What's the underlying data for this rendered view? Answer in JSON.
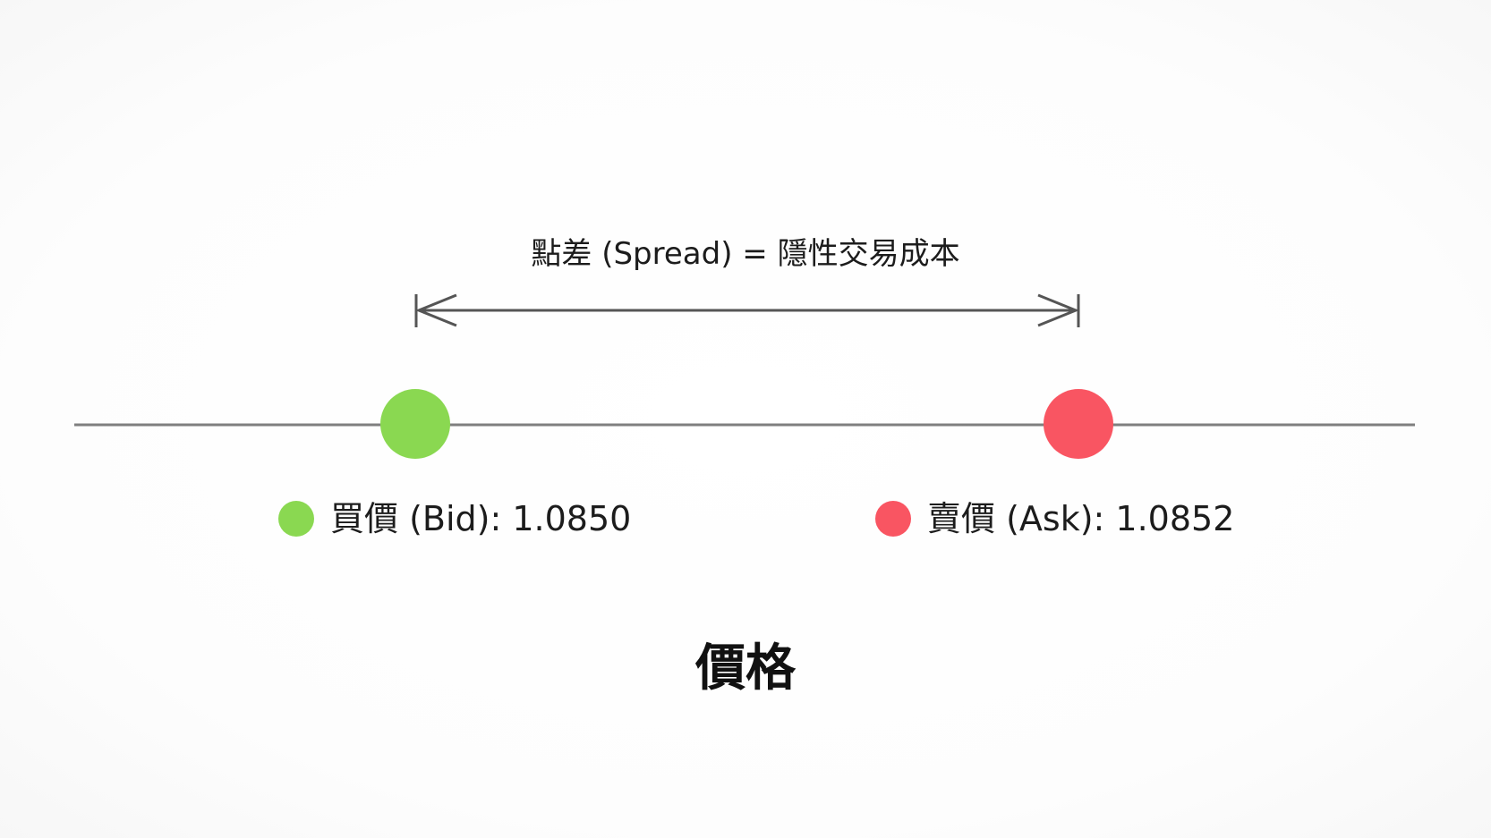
{
  "spread": {
    "label": "點差 (Spread) = 隱性交易成本"
  },
  "bid": {
    "label": "買價 (Bid): 1.0850",
    "value": 1.085,
    "color": "#8ad851"
  },
  "ask": {
    "label": "賣價 (Ask): 1.0852",
    "value": 1.0852,
    "color": "#f95562"
  },
  "axis": {
    "title": "價格",
    "line_color": "#7f7f7f",
    "arrow_color": "#555555"
  }
}
